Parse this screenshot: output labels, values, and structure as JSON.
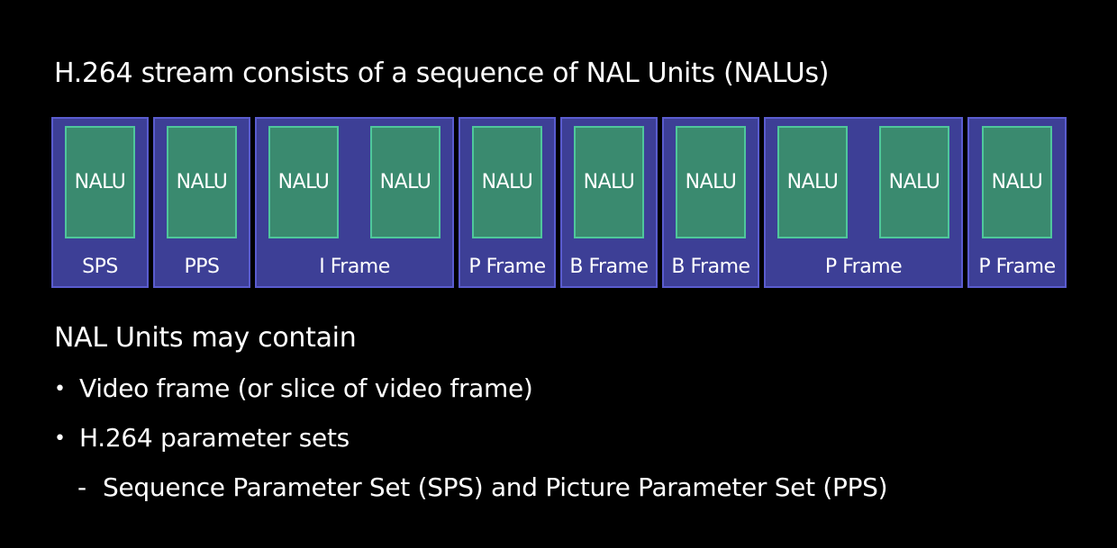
{
  "title": "H.264 stream consists of a sequence of NAL Units (NALUs)",
  "colors": {
    "background": "#000000",
    "unit_fill": "#3d3f96",
    "unit_border": "#5a5ccf",
    "nalu_fill": "#3a8a6f",
    "nalu_border": "#4fc79b",
    "text": "#ffffff"
  },
  "stream": [
    {
      "label": "SPS",
      "nalus": [
        "NALU"
      ]
    },
    {
      "label": "PPS",
      "nalus": [
        "NALU"
      ]
    },
    {
      "label": "I Frame",
      "nalus": [
        "NALU",
        "NALU"
      ]
    },
    {
      "label": "P Frame",
      "nalus": [
        "NALU"
      ]
    },
    {
      "label": "B Frame",
      "nalus": [
        "NALU"
      ]
    },
    {
      "label": "B Frame",
      "nalus": [
        "NALU"
      ]
    },
    {
      "label": "P Frame",
      "nalus": [
        "NALU",
        "NALU"
      ]
    },
    {
      "label": "P Frame",
      "nalus": [
        "NALU"
      ]
    }
  ],
  "contains": {
    "heading": "NAL Units may contain",
    "bullet_mark": "•",
    "dash_mark": "-",
    "bullets": [
      "Video frame (or slice of video frame)",
      "H.264 parameter sets"
    ],
    "sub_bullets": [
      "Sequence Parameter Set (SPS) and Picture Parameter Set (PPS)"
    ]
  }
}
